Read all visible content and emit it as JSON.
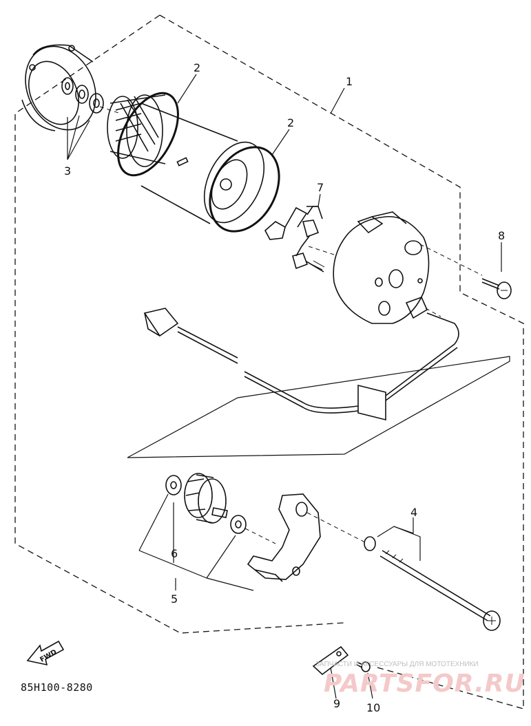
{
  "diagram": {
    "callouts": {
      "part1": "1",
      "part2a": "2",
      "part2b": "2",
      "part3": "3",
      "part4": "4",
      "part5": "5",
      "part6": "6",
      "part7": "7",
      "part8": "8",
      "part9": "9",
      "part10": "10"
    },
    "direction_label": "FWD",
    "drawing_code": "85H100-8280"
  },
  "watermark": {
    "tagline": "ЗАПЧАСТИ И АКСЕССУАРЫ ДЛЯ МОТОТЕХНИКИ",
    "brand": "PARTSFOR.RU"
  },
  "colors": {
    "ink": "#111111",
    "watermark_text": "#bfbfbf",
    "watermark_logo": "#f4c9c9"
  }
}
